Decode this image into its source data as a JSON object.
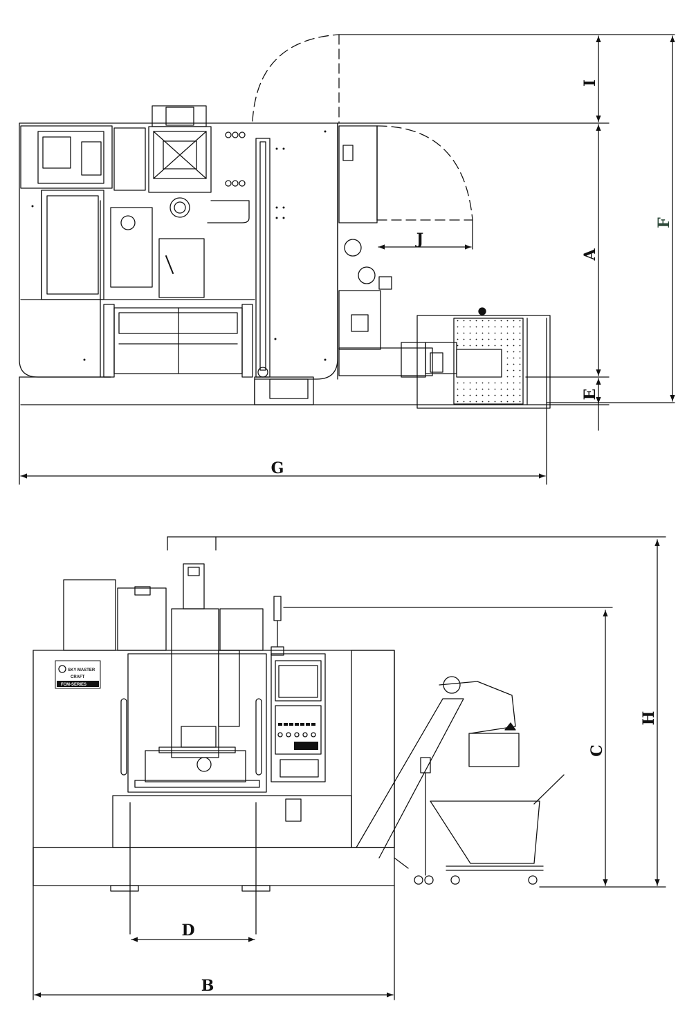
{
  "dimensions": {
    "A": "A",
    "B": "B",
    "C": "C",
    "D": "D",
    "E": "E",
    "F": "F",
    "G": "G",
    "H": "H",
    "I": "I",
    "J": "J"
  },
  "machine_nameplate": {
    "line1": "SKY MASTER",
    "line2": "CRAFT",
    "line3": "FCM-SERIES"
  },
  "colors": {
    "line": "#111111",
    "label": "#111111",
    "background": "#ffffff"
  }
}
